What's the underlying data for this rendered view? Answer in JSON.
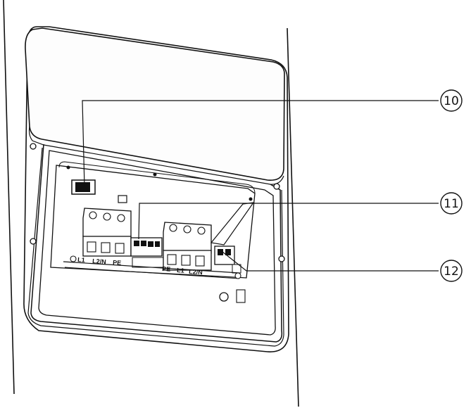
{
  "callouts": [
    {
      "number": "10"
    },
    {
      "number": "11"
    },
    {
      "number": "12"
    }
  ],
  "terminal_labels": {
    "left_block": [
      "L1",
      "L2/N",
      "PE"
    ],
    "right_block": [
      "PE",
      "L1",
      "L2/N"
    ]
  },
  "colors": {
    "line": "#111111",
    "background": "#ffffff"
  }
}
